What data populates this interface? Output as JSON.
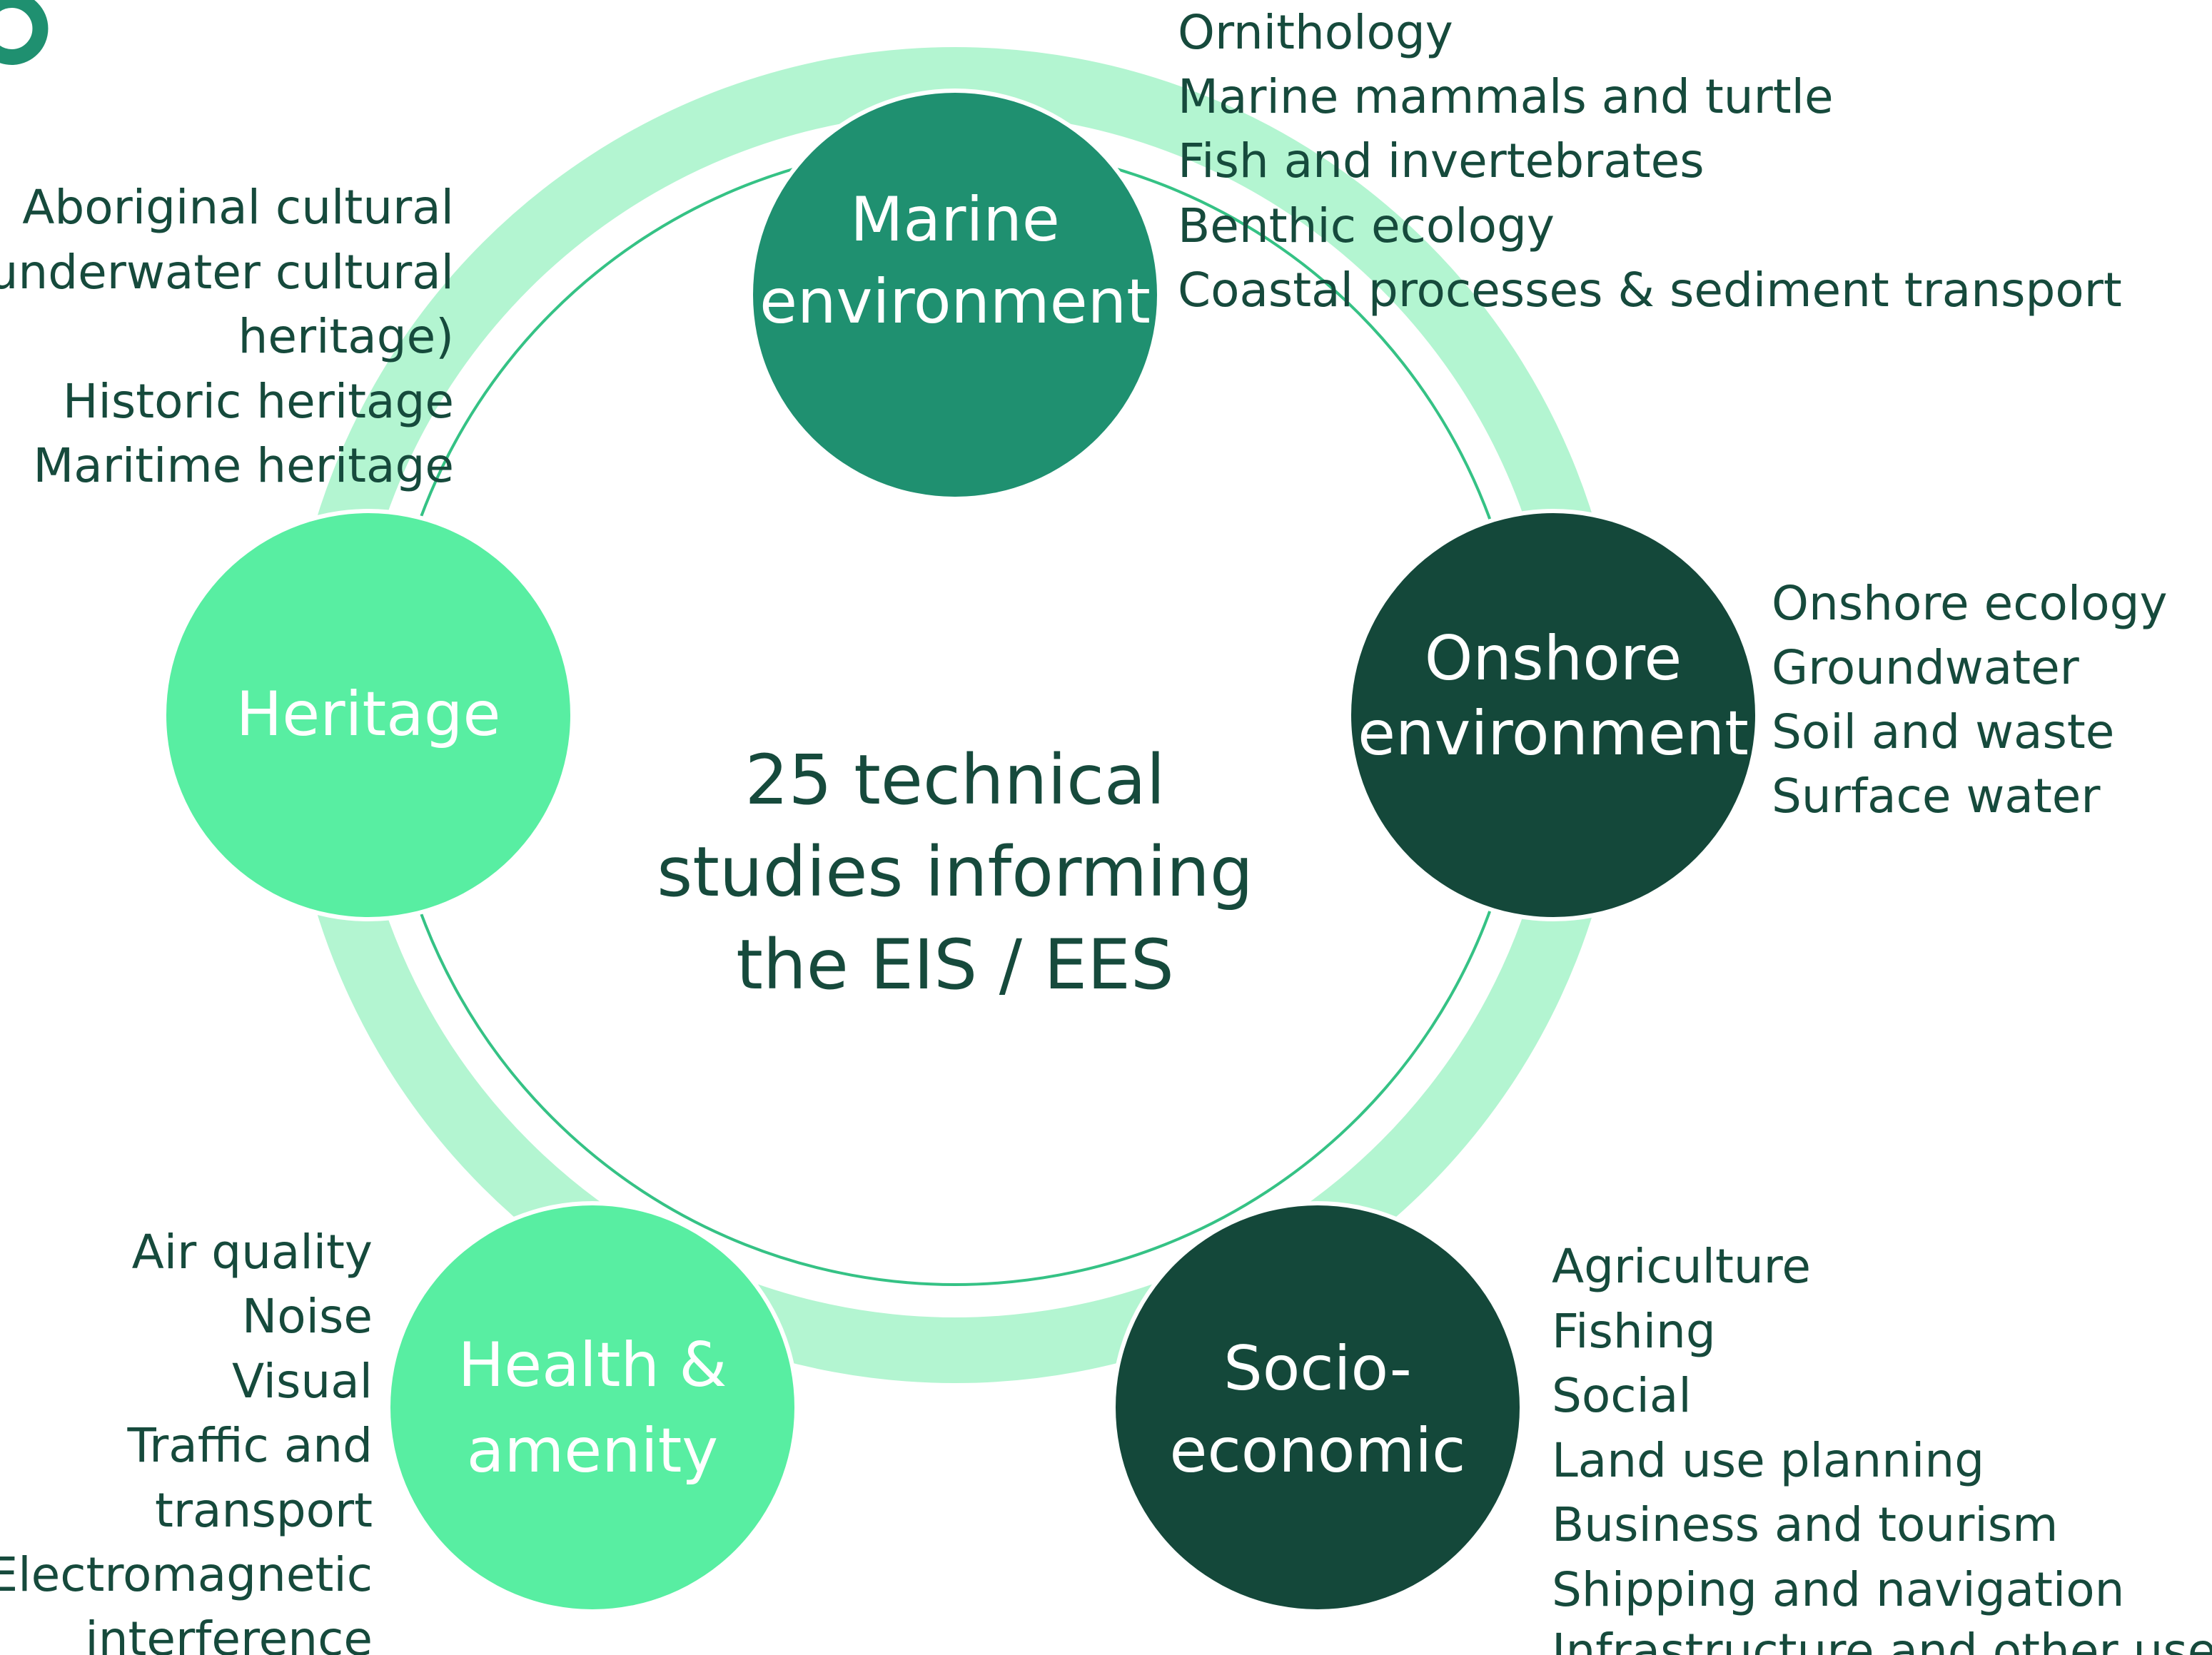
{
  "center": {
    "lines": [
      "25 technical",
      "studies informing",
      "the EIS / EES"
    ]
  },
  "colors": {
    "ring": "#b3f5d1",
    "ring_inner": "#35c285",
    "text": "#164a3c",
    "marine": "#1f9070",
    "onshore": "#14483a",
    "socio": "#14483a",
    "health": "#58eea2",
    "heritage": "#58eea2",
    "logo": "#1f9070"
  },
  "nodes": {
    "marine": {
      "label_lines": [
        "Marine",
        "environment"
      ],
      "studies": [
        "Ornithology",
        "Marine mammals and turtle",
        "Fish and invertebrates",
        "Benthic ecology",
        "Coastal processes & sediment transport"
      ]
    },
    "onshore": {
      "label_lines": [
        "Onshore",
        "environment"
      ],
      "studies": [
        "Onshore ecology",
        "Groundwater",
        "Soil and waste",
        "Surface water"
      ]
    },
    "socio": {
      "label_lines": [
        "Socio-",
        "economic"
      ],
      "studies": [
        "Agriculture",
        "Fishing",
        "Social",
        "Land use planning",
        "Business and tourism",
        "Shipping and navigation",
        "Infrastructure and other users"
      ]
    },
    "health": {
      "label_lines": [
        "Health &",
        "amenity"
      ],
      "studies": [
        "Air quality",
        "Noise",
        "Visual",
        "Traffic and",
        "transport",
        "Electromagnetic",
        "interference"
      ]
    },
    "heritage": {
      "label_lines": [
        "Heritage"
      ],
      "studies": [
        "Aboriginal cultural",
        "l underwater cultural",
        "heritage)",
        "Historic heritage",
        "Maritime heritage"
      ]
    }
  }
}
